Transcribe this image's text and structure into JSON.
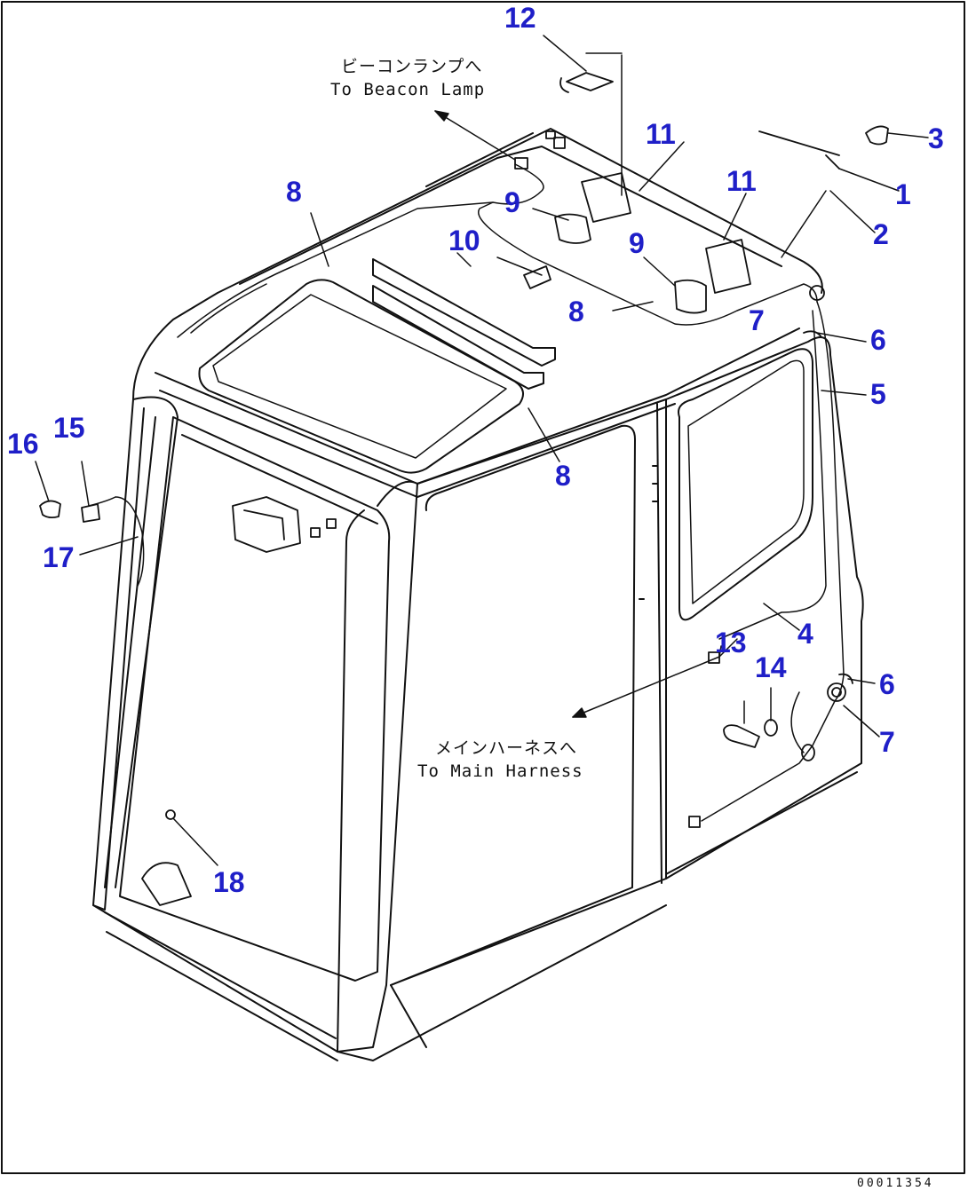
{
  "callouts": {
    "c1": "1",
    "c2": "2",
    "c3": "3",
    "c4": "4",
    "c5": "5",
    "c6a": "6",
    "c6b": "6",
    "c7a": "7",
    "c7b": "7",
    "c8a": "8",
    "c8b": "8",
    "c8c": "8",
    "c9a": "9",
    "c9b": "9",
    "c10": "10",
    "c11a": "11",
    "c11b": "11",
    "c12": "12",
    "c13": "13",
    "c14": "14",
    "c15": "15",
    "c16": "16",
    "c17": "17",
    "c18": "18"
  },
  "notes": {
    "beacon_jp": "ビーコンランプへ",
    "beacon_en": "To Beacon Lamp",
    "harness_jp": "メインハーネスへ",
    "harness_en": "To Main Harness"
  },
  "document_number": "00011354",
  "colors": {
    "callout": "#1f1fc8",
    "line": "#111111",
    "background": "#ffffff"
  }
}
